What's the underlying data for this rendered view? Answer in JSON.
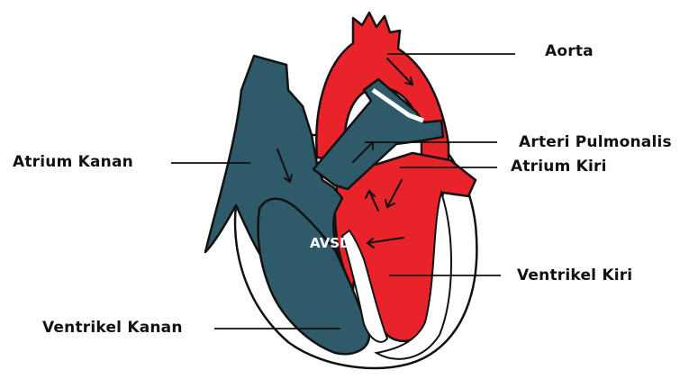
{
  "labels": {
    "aorta": "Aorta",
    "arteri_pulmonalis": "Arteri Pulmonalis",
    "atrium_kiri": "Atrium Kiri",
    "atrium_kanan": "Atrium Kanan",
    "avsd": "AVSD",
    "ventrikel_kiri": "Ventrikel Kiri",
    "ventrikel_kanan": "Ventrikel Kanan"
  },
  "colors": {
    "oxygenated": "#e8242a",
    "deoxygenated": "#2e5a69",
    "outline": "#111111",
    "background": "#ffffff"
  }
}
